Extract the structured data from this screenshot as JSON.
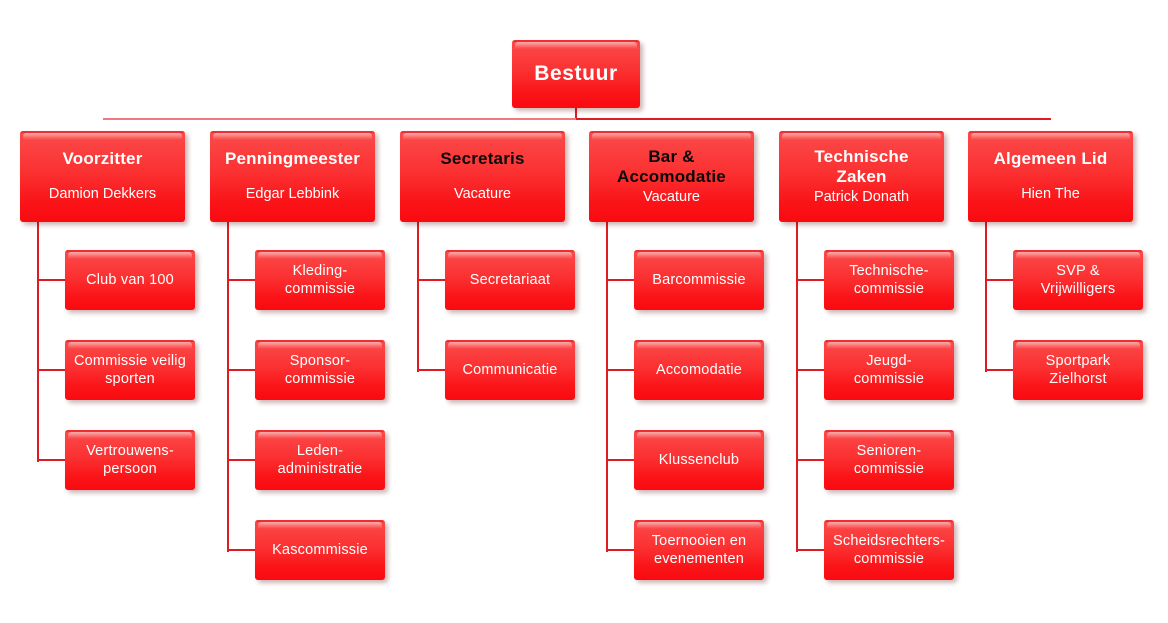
{
  "diagram": {
    "type": "org-chart",
    "title": "Bestuur organogram",
    "colors": {
      "node_top": "#fb4a4a",
      "node_bottom": "#f90a10",
      "connector": "#e01b22",
      "connector_light": "#f07a7f",
      "text_light": "#ffffff",
      "text_dark": "#0a0a0a",
      "background": "#ffffff"
    },
    "root": {
      "title": "Bestuur"
    },
    "branches": [
      {
        "title": "Voorzitter",
        "title_color": "white",
        "person": "Damion Dekkers",
        "children": [
          {
            "lines": [
              "Club van 100"
            ]
          },
          {
            "lines": [
              "Commissie veilig",
              "sporten"
            ]
          },
          {
            "lines": [
              "Vertrouwens-",
              "persoon"
            ]
          }
        ]
      },
      {
        "title": "Penningmeester",
        "title_color": "white",
        "person": "Edgar Lebbink",
        "children": [
          {
            "lines": [
              "Kleding-",
              "commissie"
            ]
          },
          {
            "lines": [
              "Sponsor-",
              "commissie"
            ]
          },
          {
            "lines": [
              "Leden-",
              "administratie"
            ]
          },
          {
            "lines": [
              "Kascommissie"
            ]
          }
        ]
      },
      {
        "title": "Secretaris",
        "title_color": "black",
        "person": "Vacature",
        "children": [
          {
            "lines": [
              "Secretariaat"
            ]
          },
          {
            "lines": [
              "Communicatie"
            ]
          }
        ]
      },
      {
        "title": "Bar & Accomodatie",
        "title_lines": [
          "Bar &",
          "Accomodatie"
        ],
        "title_color": "black",
        "person": "Vacature",
        "children": [
          {
            "lines": [
              "Barcommissie"
            ]
          },
          {
            "lines": [
              "Accomodatie"
            ]
          },
          {
            "lines": [
              "Klussenclub"
            ]
          },
          {
            "lines": [
              "Toernooien en",
              "evenementen"
            ]
          }
        ]
      },
      {
        "title": "Technische Zaken",
        "title_lines": [
          "Technische",
          "Zaken"
        ],
        "title_color": "white",
        "person": "Patrick Donath",
        "children": [
          {
            "lines": [
              "Technische-",
              "commissie"
            ]
          },
          {
            "lines": [
              "Jeugd-",
              "commissie"
            ]
          },
          {
            "lines": [
              "Senioren-",
              "commissie"
            ]
          },
          {
            "lines": [
              "Scheidsrechters-",
              "commissie"
            ]
          }
        ]
      },
      {
        "title": "Algemeen Lid",
        "title_color": "white",
        "person": "Hien The",
        "children": [
          {
            "lines": [
              "SVP &",
              "Vrijwilligers"
            ]
          },
          {
            "lines": [
              "Sportpark",
              "Zielhorst"
            ]
          }
        ]
      }
    ]
  }
}
